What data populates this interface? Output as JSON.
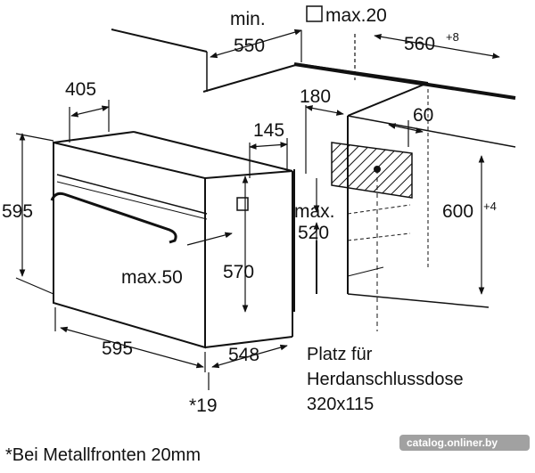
{
  "dimensions": {
    "min_label": "min.",
    "min_value": "550",
    "max20": "max.20",
    "depth_cut": "560",
    "depth_cut_tol": "+8",
    "d405": "405",
    "d180": "180",
    "d60": "60",
    "d145": "145",
    "max_label": "max.",
    "max520": "520",
    "h595": "595",
    "h600": "600",
    "h600_tol": "+4",
    "max50": "max.50",
    "h570": "570",
    "w595": "595",
    "d548": "548",
    "d19": "*19"
  },
  "notes": {
    "socket_line1": "Platz für",
    "socket_line2": "Herdanschlussdose",
    "socket_line3": "320x115",
    "footnote": "*Bei Metallfronten 20mm"
  },
  "watermark": "catalog.onliner.by",
  "colors": {
    "line": "#111111",
    "background": "#ffffff"
  }
}
